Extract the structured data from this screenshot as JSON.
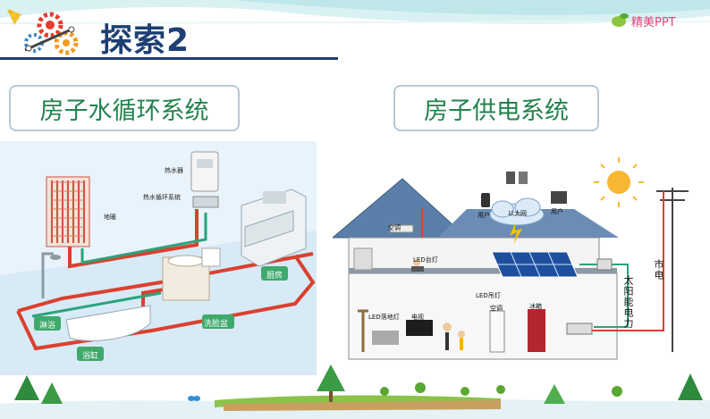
{
  "header": {
    "title": "探索2",
    "brand": "精美PPT"
  },
  "sections": {
    "water_label": "房子水循环系统",
    "power_label": "房子供电系统"
  },
  "water_diagram": {
    "labels": {
      "heater": "热水器",
      "loop": "热水循环系统",
      "floor": "地暖",
      "shower": "淋浴",
      "bathtub": "浴缸",
      "basin": "洗脸盆",
      "kitchen": "厨房"
    }
  },
  "power_diagram": {
    "labels": {
      "ac_top": "空调",
      "lamp_top": "LED台灯",
      "user_left": "用户",
      "internet": "以太网",
      "user_right": "用户",
      "led_light": "LED吊灯",
      "led_floor": "LED落地灯",
      "tv": "电视",
      "ac_bottom": "空调",
      "fridge": "冰箱",
      "solar": "太阳能电力",
      "grid": "市电"
    }
  },
  "colors": {
    "title": "#1d3f72",
    "section_text": "#23824e",
    "brand": "#e0467a",
    "pipe_red": "#d9412f",
    "pipe_green": "#2aa37a"
  }
}
